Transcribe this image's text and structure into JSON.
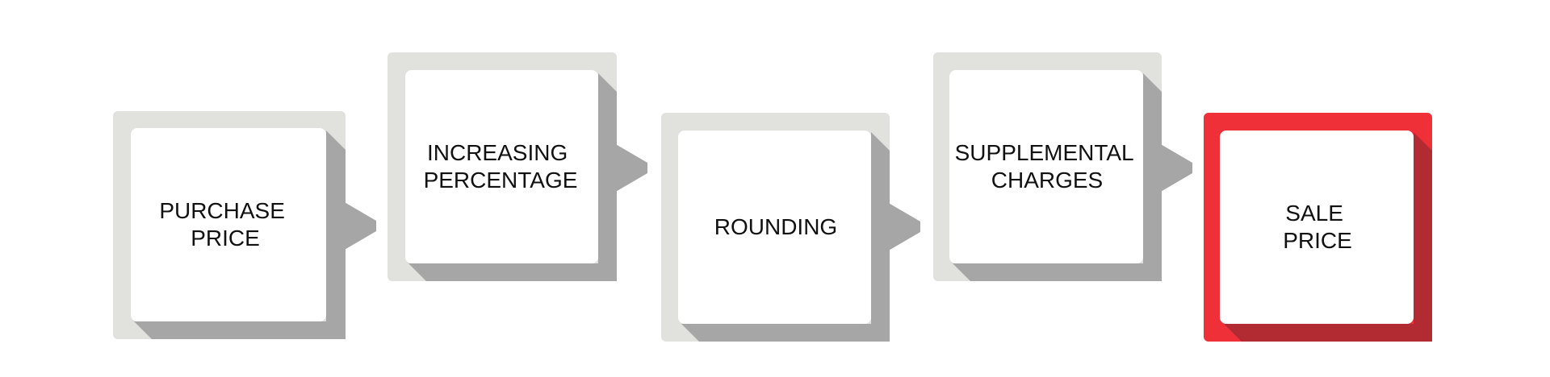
{
  "diagram": {
    "colors": {
      "frame": "#e1e2de",
      "shadow": "#a6a6a6",
      "card": "#ffffff",
      "text": "#111111",
      "highlight_frame": "#f03038",
      "highlight_shadow": "#b22a32"
    },
    "steps": [
      {
        "lines": [
          "PURCHASE",
          "PRICE"
        ],
        "highlight": false
      },
      {
        "lines": [
          "INCREASING",
          "PERCENTAGE"
        ],
        "highlight": false
      },
      {
        "lines": [
          "ROUNDING"
        ],
        "highlight": false
      },
      {
        "lines": [
          "SUPPLEMENTAL",
          "CHARGES"
        ],
        "highlight": false
      },
      {
        "lines": [
          "SALE",
          "PRICE"
        ],
        "highlight": true
      }
    ]
  }
}
